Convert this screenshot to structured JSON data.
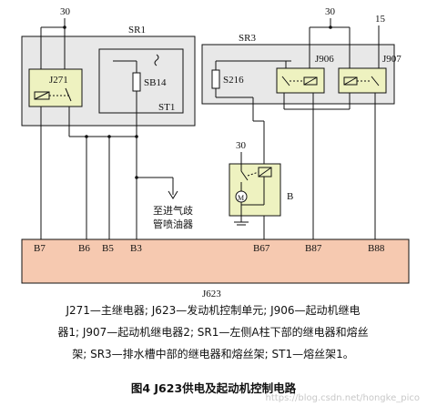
{
  "labels": {
    "terminal_30_left": "30",
    "terminal_30_right": "30",
    "terminal_15": "15",
    "terminal_30_b": "30",
    "sr1": "SR1",
    "sr3": "SR3",
    "j271": "J271",
    "sb14": "SB14",
    "st1": "ST1",
    "s216": "S216",
    "j906": "J906",
    "j907": "J907",
    "b": "B",
    "m": "M",
    "to_injector_line1": "至进气歧",
    "to_injector_line2": "管喷油器",
    "pin_b7": "B7",
    "pin_b6": "B6",
    "pin_b5": "B5",
    "pin_b3": "B3",
    "pin_b67": "B67",
    "pin_b87": "B87",
    "pin_b88": "B88",
    "j623": "J623"
  },
  "legend": {
    "line1": "J271—主继电器; J623—发动机控制单元; J906—起动机继电",
    "line2": "器1; J907—起动机继电器2; SR1—左侧A柱下部的继电器和熔丝",
    "line3": "架; SR3—排水槽中部的继电器和熔丝架; ST1—熔丝架1。"
  },
  "figure_title": "图4    J623供电及起动机控制电路",
  "watermark": "https://blog.csdn.net/hongke_pico",
  "colors": {
    "relay_box": "#eef2c0",
    "fuse_box": "#e8e8e8",
    "ecu_fill": "#f6c9b0",
    "line": "#111111"
  }
}
